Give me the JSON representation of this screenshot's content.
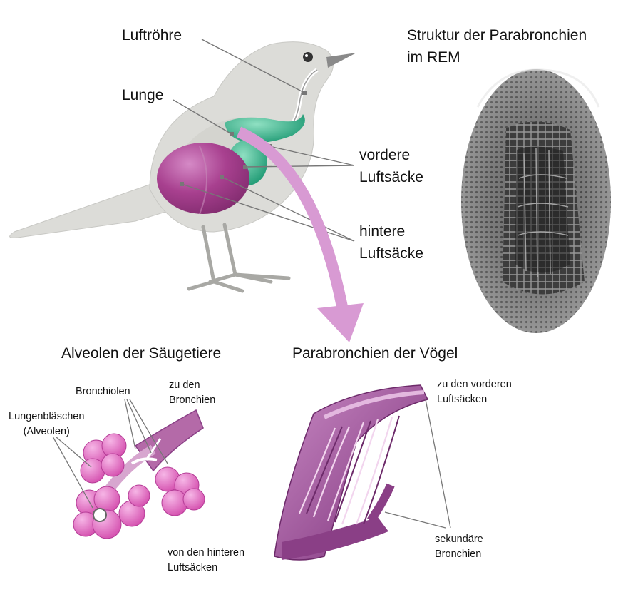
{
  "bird": {
    "labels": {
      "trachea": "Luftröhre",
      "lung": "Lunge",
      "anterior_air_sacs": "vordere\nLuftsäcke",
      "posterior_air_sacs": "hintere\nLuftsäcke"
    }
  },
  "sem": {
    "title_line1": "Struktur der Parabronchien",
    "title_line2": "im REM"
  },
  "mammal": {
    "title": "Alveolen der Säugetiere",
    "labels": {
      "bronchioles": "Bronchiolen",
      "to_bronchi": "zu den\nBronchien",
      "alveoli": "Lungenbläschen\n(Alveolen)"
    }
  },
  "avian": {
    "title": "Parabronchien der Vögel",
    "labels": {
      "to_anterior": "zu den vorderen\nLuftsäcken",
      "from_posterior": "von den hinteren\nLuftsäcken",
      "secondary_bronchi": "sekundäre\nBronchien"
    }
  },
  "colors": {
    "lung": "#a8408f",
    "air_sac_green": "#35b58e",
    "arrow": "#d89ad3",
    "bird_body": "#dcdcd8",
    "leader_line": "#777777",
    "alveoli_pink": "#e06cc0",
    "parabronchi_purple": "#8a3f86"
  }
}
